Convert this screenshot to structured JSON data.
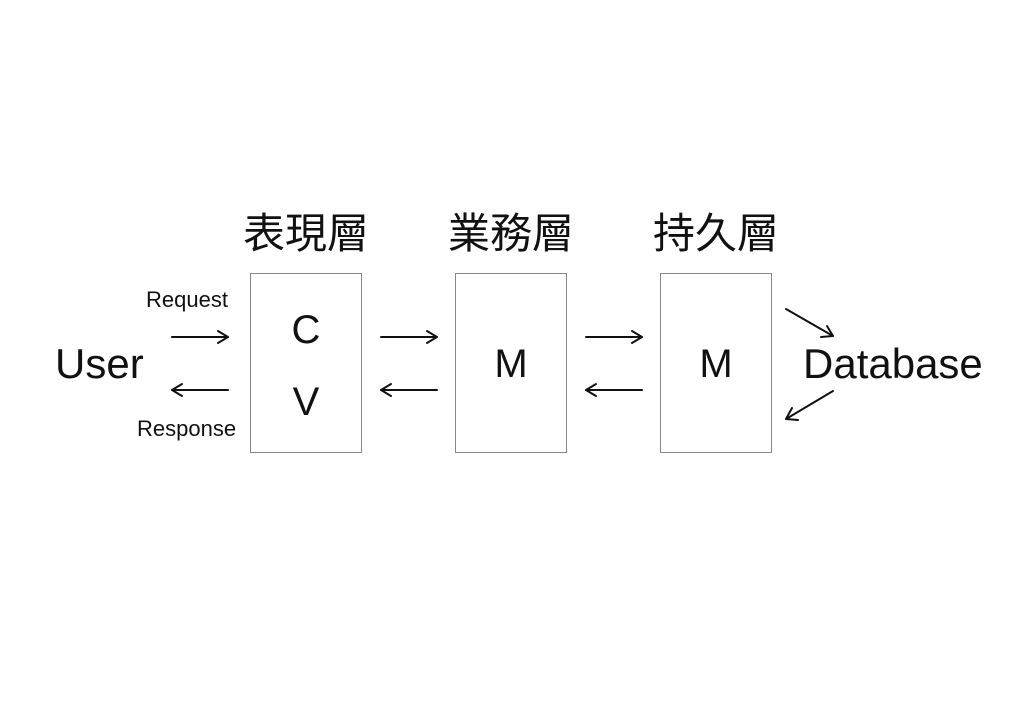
{
  "diagram": {
    "layers": {
      "presentation": {
        "title": "表現層",
        "letters": [
          "C",
          "V"
        ]
      },
      "business": {
        "title": "業務層",
        "letters": [
          "M"
        ]
      },
      "persistence": {
        "title": "持久層",
        "letters": [
          "M"
        ]
      }
    },
    "user_label": "User",
    "database_label": "Database",
    "request_label": "Request",
    "response_label": "Response"
  }
}
